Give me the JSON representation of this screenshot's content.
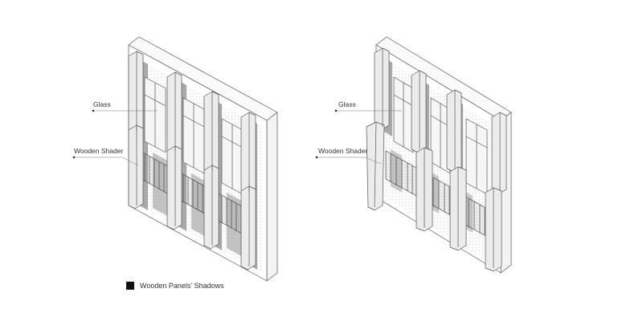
{
  "diagrams": [
    {
      "glass_label": "Glass",
      "shader_label": "Wooden Shader"
    },
    {
      "glass_label": "Glass",
      "shader_label": "Wooden Shader"
    }
  ],
  "legend": {
    "label": "Wooden Panels' Shadows",
    "swatch_color": "#111111"
  },
  "colors": {
    "line": "#555555",
    "shadow": "#a9a9a9",
    "wall_side": "#f4f4f4",
    "panel_face": "#ececec"
  }
}
